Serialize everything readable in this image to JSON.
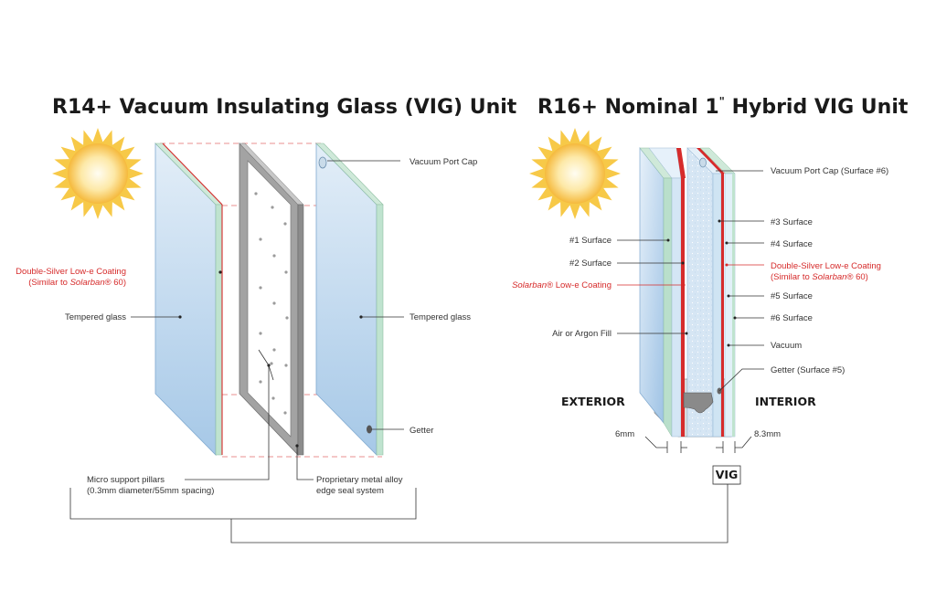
{
  "left": {
    "title": "R14+ Vacuum Insulating Glass (VIG) Unit",
    "labels": {
      "vacuum_port_cap": "Vacuum Port Cap",
      "coating_line1": "Double-Silver Low-e Coating",
      "coating_line2_prefix": "(Similar to ",
      "coating_line2_brand": "Solarban",
      "coating_line2_suffix": "® 60)",
      "tempered_left": "Tempered glass",
      "tempered_right": "Tempered glass",
      "getter": "Getter",
      "pillars_line1": "Micro support pillars",
      "pillars_line2": "(0.3mm diameter/55mm spacing)",
      "edge_line1": "Proprietary metal alloy",
      "edge_line2": "edge seal system"
    }
  },
  "right": {
    "title_main": "R16+ Nominal 1",
    "title_mark": "\"",
    "title_rest": " Hybrid VIG Unit",
    "labels": {
      "vacuum_port_cap": "Vacuum Port Cap (Surface #6)",
      "surface3": "#3 Surface",
      "surface1": "#1 Surface",
      "surface4": "#4 Surface",
      "surface2": "#2 Surface",
      "coating2_line1": "Double-Silver Low-e Coating",
      "coating2_line2_prefix": "(Similar to ",
      "coating2_line2_brand": "Solarban",
      "coating2_line2_suffix": "® 60)",
      "solarban_brand": "Solarban",
      "solarban_suffix": "® Low-e Coating",
      "surface5": "#5 Surface",
      "surface6": "#6 Surface",
      "fill": "Air or Argon Fill",
      "vacuum": "Vacuum",
      "getter": "Getter (Surface #5)",
      "exterior": "EXTERIOR",
      "interior": "INTERIOR",
      "dim_6mm": "6mm",
      "dim_83mm": "8.3mm",
      "vig": "VIG"
    }
  },
  "colors": {
    "glass_light": "#dbeaf6",
    "glass_dark": "#a9cbe9",
    "edge_green": "#bfe3cf",
    "coating_red": "#d62b2b",
    "frame_gray": "#9a9a9a",
    "sun_yellow": "#f7c948"
  }
}
